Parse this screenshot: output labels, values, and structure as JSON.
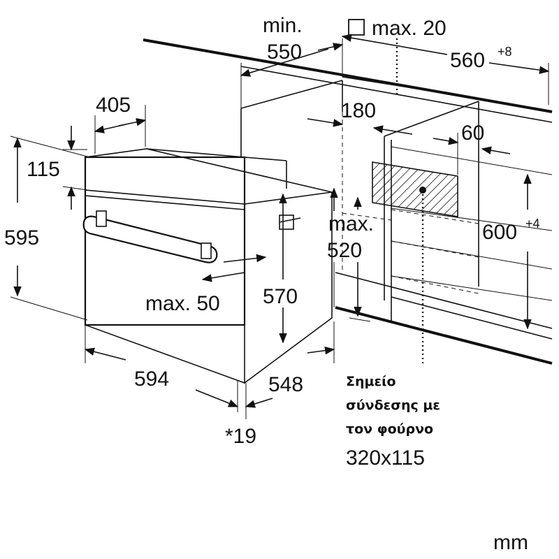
{
  "dimensions": {
    "min_label": "min.",
    "min_value": "550",
    "socket_max": "max. 20",
    "depth_top": "560",
    "depth_top_tol": "+8",
    "panel_width": "405",
    "gap_180": "180",
    "gap_60": "60",
    "top_115": "115",
    "height_595": "595",
    "niche_max_label": "max.",
    "niche_max_value": "520",
    "niche_height": "600",
    "niche_height_tol": "+4",
    "vent_max": "max. 50",
    "inner_570": "570",
    "width_594": "594",
    "depth_548": "548",
    "front_19": "*19"
  },
  "note": {
    "line1": "Σημείο",
    "line2": "σύνδεσης με",
    "line3": "τον φούρνο",
    "line4": "320x115"
  },
  "unit": "mm"
}
